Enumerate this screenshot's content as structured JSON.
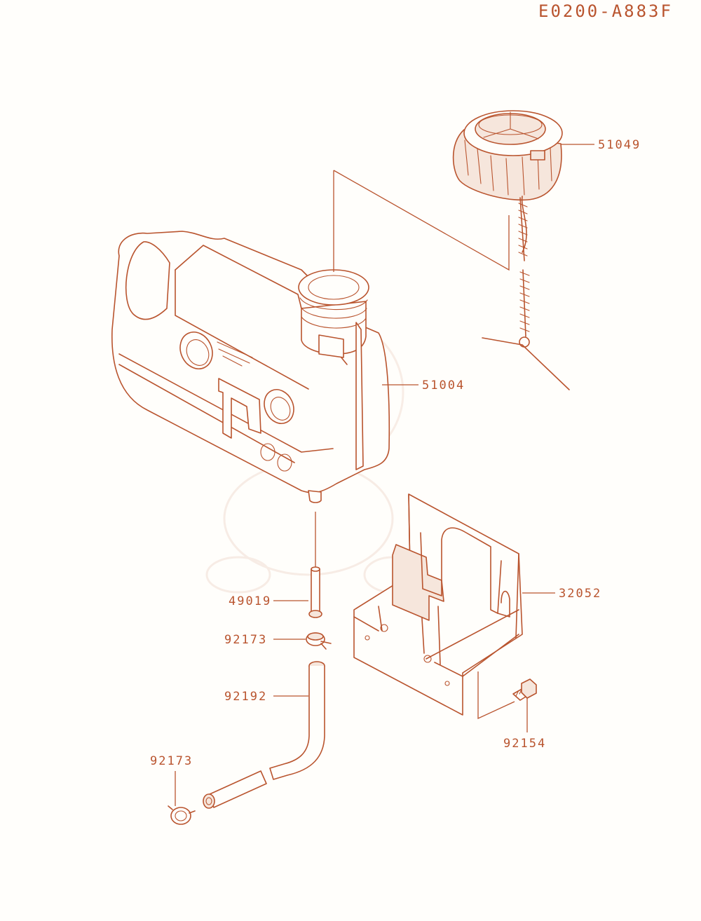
{
  "diagram_code": "E0200-A883F",
  "parts": [
    {
      "id": "fuel-cap",
      "number": "51049"
    },
    {
      "id": "fuel-tank",
      "number": "51004"
    },
    {
      "id": "bracket",
      "number": "32052"
    },
    {
      "id": "joint",
      "number": "49019"
    },
    {
      "id": "clamp-upper",
      "number": "92173"
    },
    {
      "id": "fuel-hose",
      "number": "92192"
    },
    {
      "id": "clamp-lower",
      "number": "92173"
    },
    {
      "id": "bolt",
      "number": "92154"
    }
  ],
  "colors": {
    "line": "#b9542e",
    "fill": "#f6e6dc",
    "background": "#fffefb"
  }
}
